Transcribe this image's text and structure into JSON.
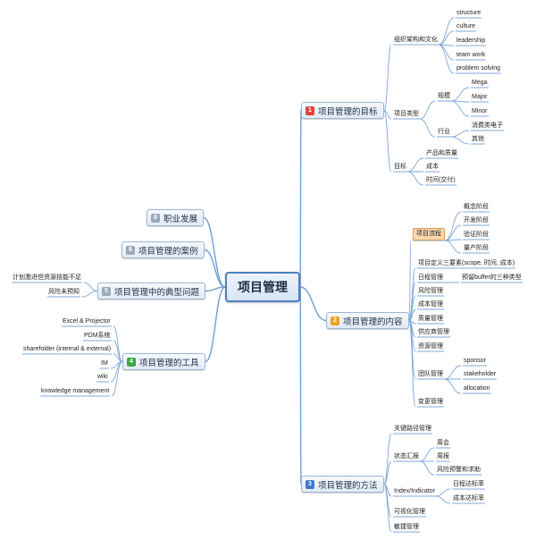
{
  "root": {
    "label": "项目管理"
  },
  "branches": [
    {
      "badge": "1",
      "badge_color": "#e0443a",
      "label": "项目管理的目标",
      "children": [
        {
          "label": "组织架构和文化",
          "children": [
            {
              "label": "structure"
            },
            {
              "label": "culture"
            },
            {
              "label": "leadership"
            },
            {
              "label": "team work"
            },
            {
              "label": "problem solving"
            }
          ]
        },
        {
          "label": "项目类型",
          "children": [
            {
              "label": "规模",
              "children": [
                {
                  "label": "Mega"
                },
                {
                  "label": "Major"
                },
                {
                  "label": "Minor"
                }
              ]
            },
            {
              "label": "行业",
              "children": [
                {
                  "label": "消费类电子"
                },
                {
                  "label": "其他"
                }
              ]
            }
          ]
        },
        {
          "label": "目标",
          "children": [
            {
              "label": "产品和质量"
            },
            {
              "label": "成本"
            },
            {
              "label": "时间(交付)"
            }
          ]
        }
      ]
    },
    {
      "badge": "2",
      "badge_color": "#f0a020",
      "label": "项目管理的内容",
      "children": [
        {
          "label": "项目流程",
          "children": [
            {
              "label": "概念阶段"
            },
            {
              "label": "开发阶段"
            },
            {
              "label": "验证阶段"
            },
            {
              "label": "量产阶段"
            }
          ]
        },
        {
          "label": "项目定义三要素(scope, 时间, 成本)"
        },
        {
          "label": "日程管理",
          "children": [
            {
              "label": "预留buffer的三种类型"
            }
          ]
        },
        {
          "label": "风险管理"
        },
        {
          "label": "成本管理"
        },
        {
          "label": "质量管理"
        },
        {
          "label": "供应商管理"
        },
        {
          "label": "资源管理"
        },
        {
          "label": "团队管理",
          "children": [
            {
              "label": "sponsor"
            },
            {
              "label": "stakeholder"
            },
            {
              "label": "allocation"
            }
          ]
        },
        {
          "label": "变更管理"
        }
      ]
    },
    {
      "badge": "3",
      "badge_color": "#3f78d0",
      "label": "项目管理的方法",
      "children": [
        {
          "label": "关键路径管理"
        },
        {
          "label": "状态汇报",
          "children": [
            {
              "label": "周会"
            },
            {
              "label": "周报"
            },
            {
              "label": "风险预警和求助"
            }
          ]
        },
        {
          "label": "Index/Indicator",
          "children": [
            {
              "label": "日程达标率"
            },
            {
              "label": "成本达标率"
            }
          ]
        },
        {
          "label": "可视化管理"
        },
        {
          "label": "敏捷管理"
        }
      ]
    },
    {
      "badge": "4",
      "badge_color": "#3aa845",
      "label": "项目管理的工具",
      "children": [
        {
          "label": "Excel & Projector"
        },
        {
          "label": "PDM系统"
        },
        {
          "label": "sharefolder (internal & external)"
        },
        {
          "label": "IM"
        },
        {
          "label": "wiki"
        },
        {
          "label": "knowledge management"
        }
      ]
    },
    {
      "badge": "5",
      "badge_color": "#9aa9bb",
      "label": "项目管理中的典型问题",
      "children": [
        {
          "label": "计划激进但资源技能不足"
        },
        {
          "label": "风险未预知"
        }
      ]
    },
    {
      "badge": "6",
      "badge_color": "#9aa9bb",
      "label": "项目管理的案例",
      "children": []
    },
    {
      "badge": "8",
      "badge_color": "#9aa9bb",
      "label": "职业发展",
      "children": []
    }
  ]
}
